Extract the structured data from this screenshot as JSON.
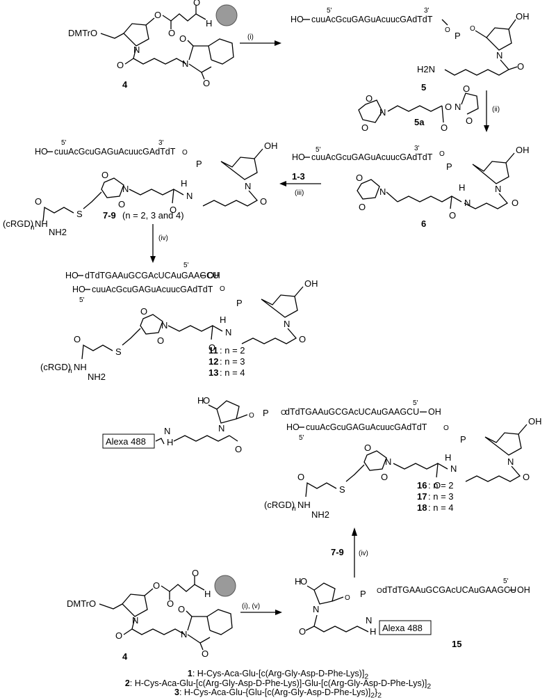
{
  "compounds": {
    "c4": "4",
    "c5": "5",
    "c5a": "5a",
    "c6": "6",
    "c79": "7-9",
    "c11": "11",
    "c12": "12",
    "c13": "13",
    "c15": "15",
    "c16": "16",
    "c17": "17",
    "c18": "18",
    "c13r": "1-3",
    "c79b": "7-9"
  },
  "labels": {
    "dmtro": "DMTrO",
    "ho": "HO",
    "oh": "OH",
    "nh2": "NH2",
    "alexa": "Alexa 488",
    "crgd": "(cRGD)",
    "n_sub": "n",
    "nh": "NH",
    "h2n": "H2N",
    "s": "S",
    "n_atom": "N",
    "o_atom": "O",
    "p_atom": "P",
    "h_atom": "H",
    "five_prime": "5'",
    "three_prime": "3'",
    "n_range": "(n = 2, 3 and 4)",
    "n2": ": n = 2",
    "n3": ": n = 3",
    "n4": ": n = 4"
  },
  "sequences": {
    "sense": "cuuAcGcuGAGuAcuucGAdTdT",
    "antisense": "dTdTGAAuGCGAcUCAuGAAGCU",
    "sense_full": "-cuuAcGcuGAGuAcuucGAdTdT-O"
  },
  "reagents": {
    "r1": "(i)",
    "r2": "(ii)",
    "r3": "(iii)",
    "r4": "(iv)",
    "r5": "(iv)",
    "r6": "(i), (v)"
  },
  "footer": {
    "f1_num": "1",
    "f1_text": ": H-Cys-Aca-Glu-[c(Arg-Gly-Asp-D-Phe-Lys)]",
    "f1_sub": "2",
    "f2_num": "2",
    "f2_text": ": H-Cys-Aca-Glu-[c(Arg-Gly-Asp-D-Phe-Lys)]-Glu-[c(Arg-Gly-Asp-D-Phe-Lys)]",
    "f2_sub": "2",
    "f3_num": "3",
    "f3_text": ": H-Cys-Aca-Glu-{Glu-[c(Arg-Gly-Asp-D-Phe-Lys)]",
    "f3_sub1": "2",
    "f3_mid": "}",
    "f3_sub2": "2"
  }
}
